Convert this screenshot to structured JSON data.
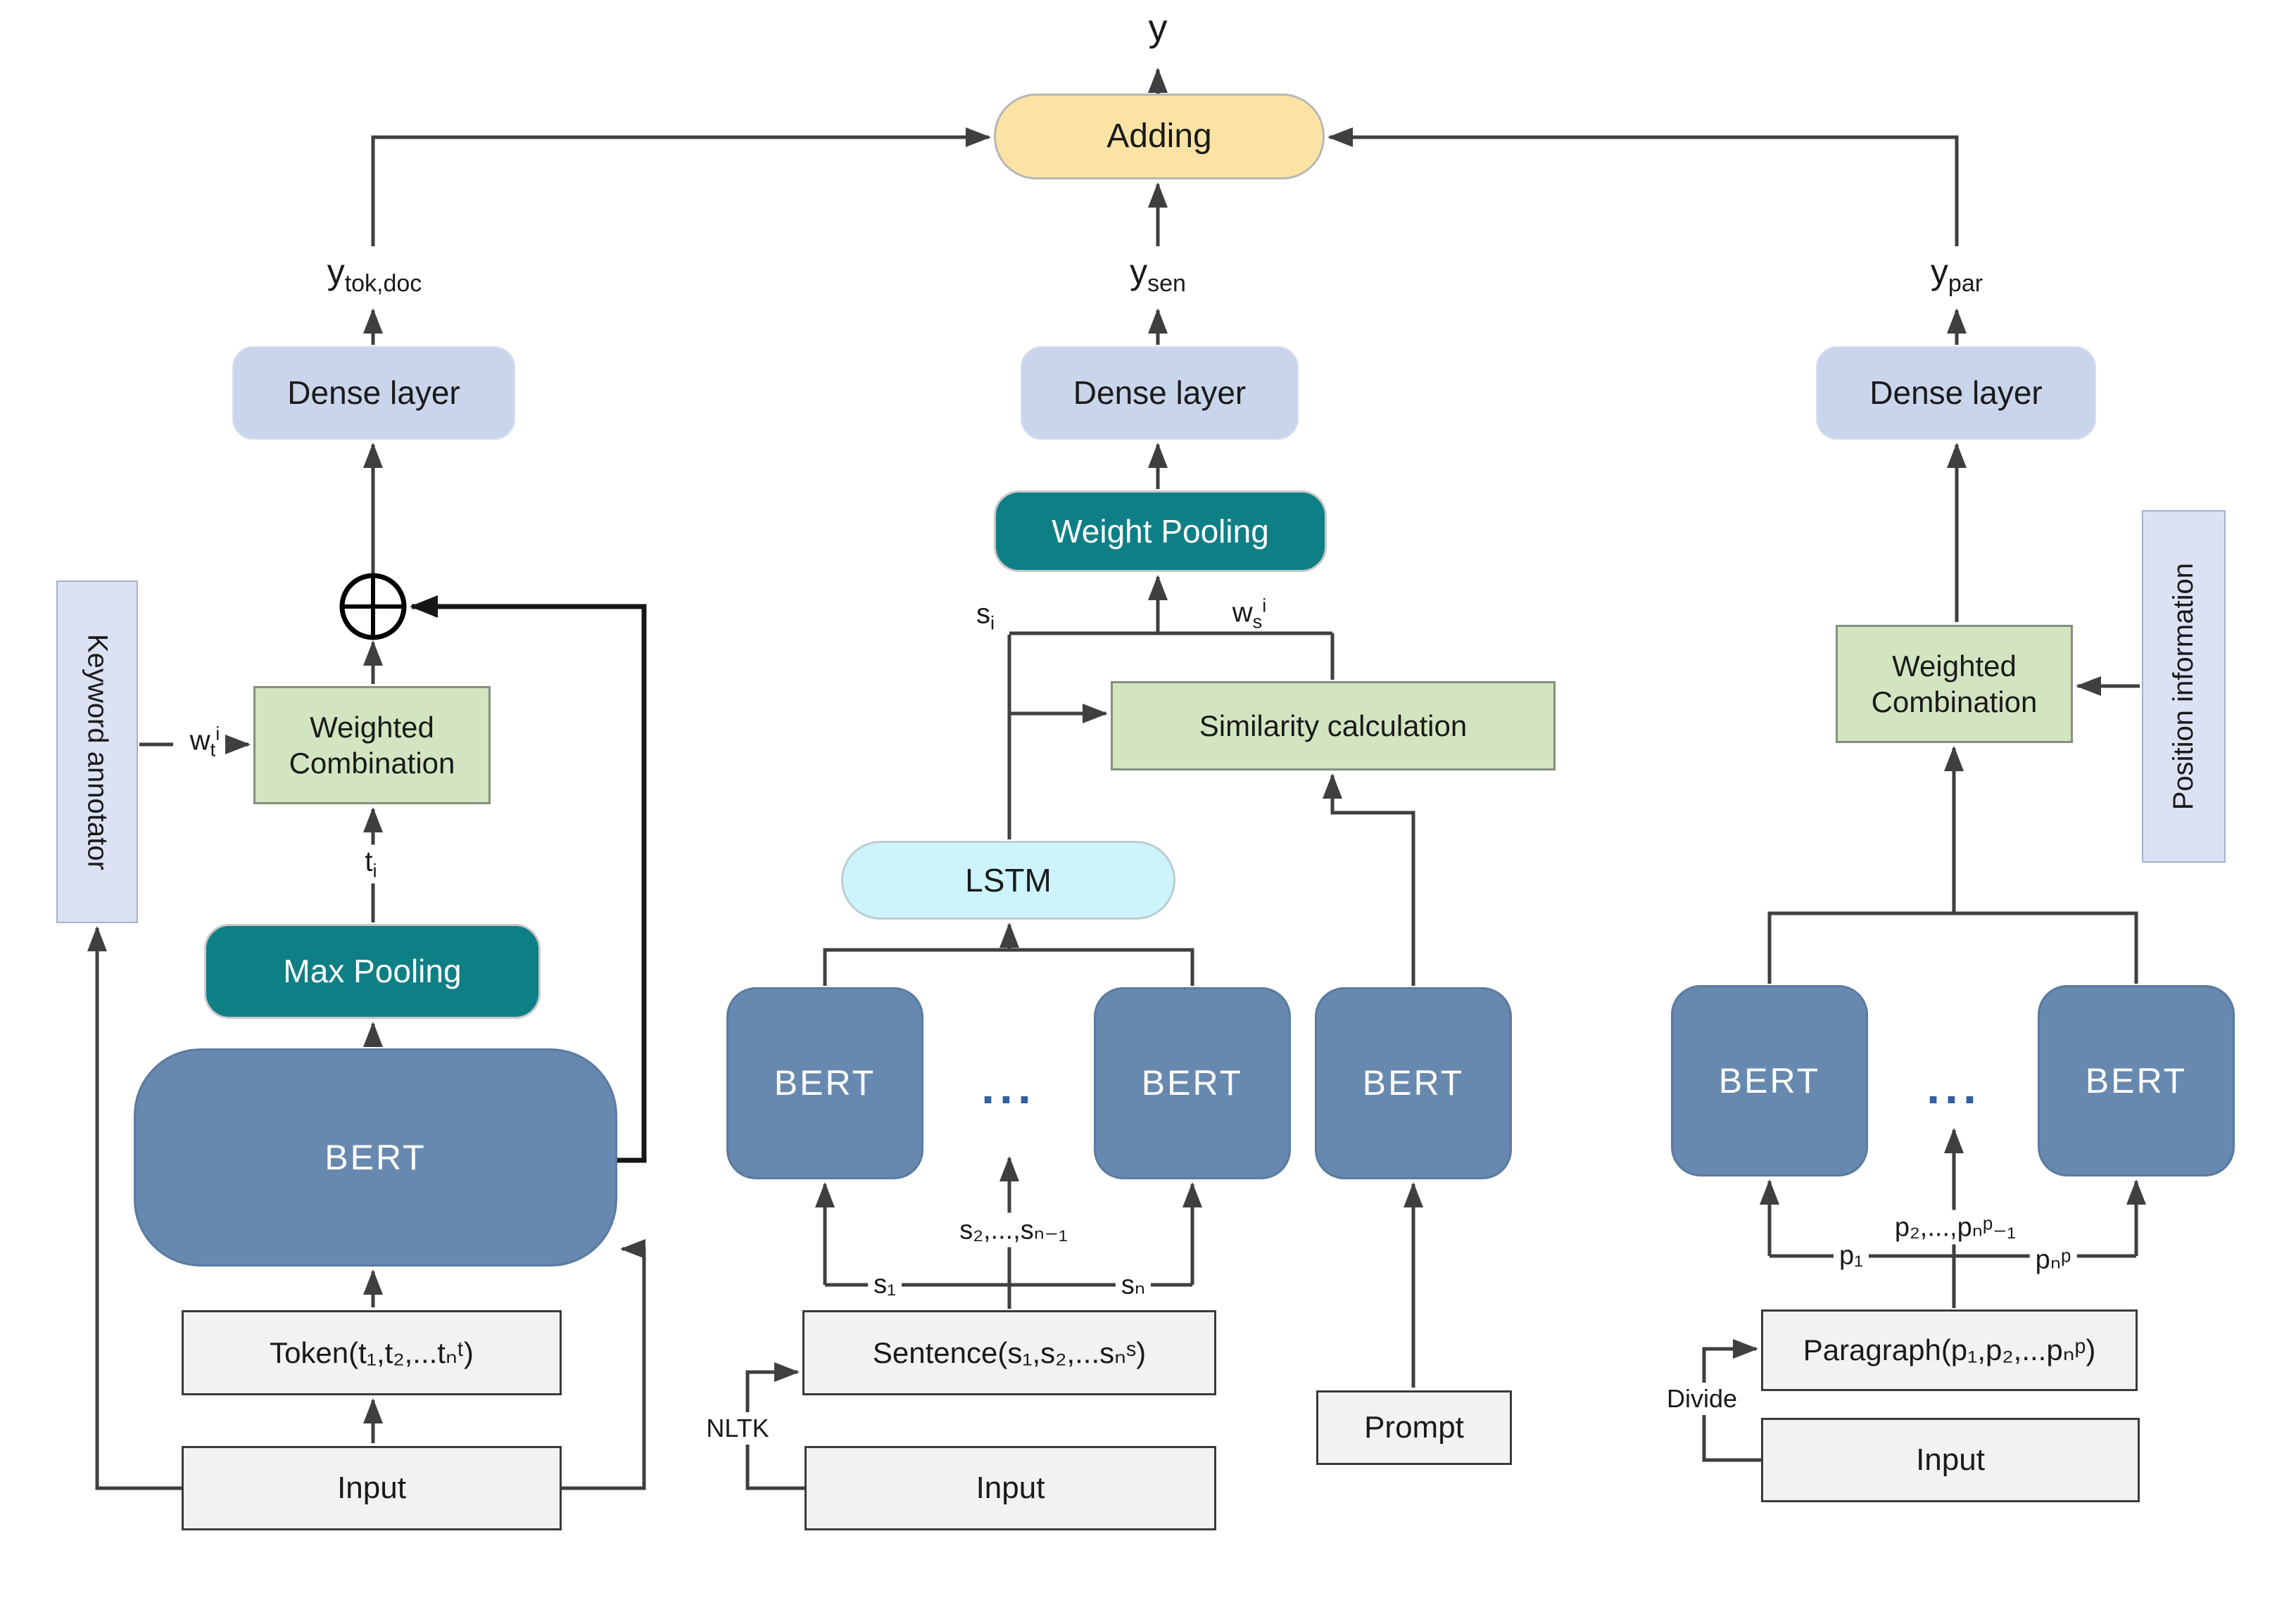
{
  "top": {
    "output_label": "y",
    "adding_label": "Adding"
  },
  "left_panel": {
    "y_base": "y",
    "y_sub": "tok,doc",
    "dense": "Dense layer",
    "wc_line1": "Weighted",
    "wc_line2": "Combination",
    "w_base": "w",
    "w_sub": "t",
    "w_sup": "i",
    "keyword_annotator": "Keyword annotator",
    "t_base": "t",
    "t_sub": "i",
    "max_pooling": "Max Pooling",
    "bert": "BERT",
    "token": "Token(t₁,t₂,...tₙᵗ)",
    "input": "Input"
  },
  "middle_panel": {
    "y_base": "y",
    "y_sub": "sen",
    "dense": "Dense layer",
    "weight_pooling": "Weight Pooling",
    "s_base": "s",
    "s_sub": "i",
    "w_base": "w",
    "w_sub": "s",
    "w_sup": "i",
    "similarity": "Similarity calculation",
    "lstm": "LSTM",
    "bert1": "BERT",
    "bert2": "BERT",
    "bert3": "BERT",
    "ellipsis": "...",
    "mid_seq_label": "s₂,...,sₙ₋₁",
    "s1": "s₁",
    "sn": "sₙ",
    "sentence": "Sentence(s₁,s₂,...sₙˢ)",
    "nltk": "NLTK",
    "input": "Input",
    "prompt": "Prompt"
  },
  "right_panel": {
    "y_base": "y",
    "y_sub": "par",
    "dense": "Dense layer",
    "wc_line1": "Weighted",
    "wc_line2": "Combination",
    "position_information": "Position information",
    "bert1": "BERT",
    "bert2": "BERT",
    "ellipsis": "...",
    "mid_seq_label": "p₂,...,pₙᵖ₋₁",
    "p1": "p₁",
    "pn": "pₙᵖ",
    "paragraph": "Paragraph(p₁,p₂,...pₙᵖ)",
    "divide": "Divide",
    "input": "Input"
  },
  "colors": {
    "adding": "#fbe3a3",
    "dense": "#c8d5eb",
    "teal": "#0f7f86",
    "bert": "#6889af",
    "lstm": "#cdf4fc",
    "green": "#d3e5c0",
    "graybox": "#f2f2f2",
    "lavender": "#dce2f4",
    "line": "#3f3f3f",
    "ellipsis": "#33609f"
  }
}
